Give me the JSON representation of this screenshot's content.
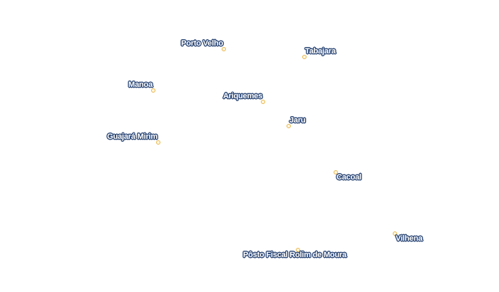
{
  "map": {
    "marker_color": "#e8b54a",
    "label_color": "#ffffff",
    "label_outline_color": "#2f4a78",
    "cities": [
      {
        "name": "Porto Velho"
      },
      {
        "name": "Tabajara"
      },
      {
        "name": "Manoa"
      },
      {
        "name": "Ariquemes"
      },
      {
        "name": "Jaru"
      },
      {
        "name": "Guajará Mirim"
      },
      {
        "name": "Cacoal"
      },
      {
        "name": "Vilhena"
      },
      {
        "name": "Pôsto Fiscal Rolim de Moura"
      }
    ]
  }
}
